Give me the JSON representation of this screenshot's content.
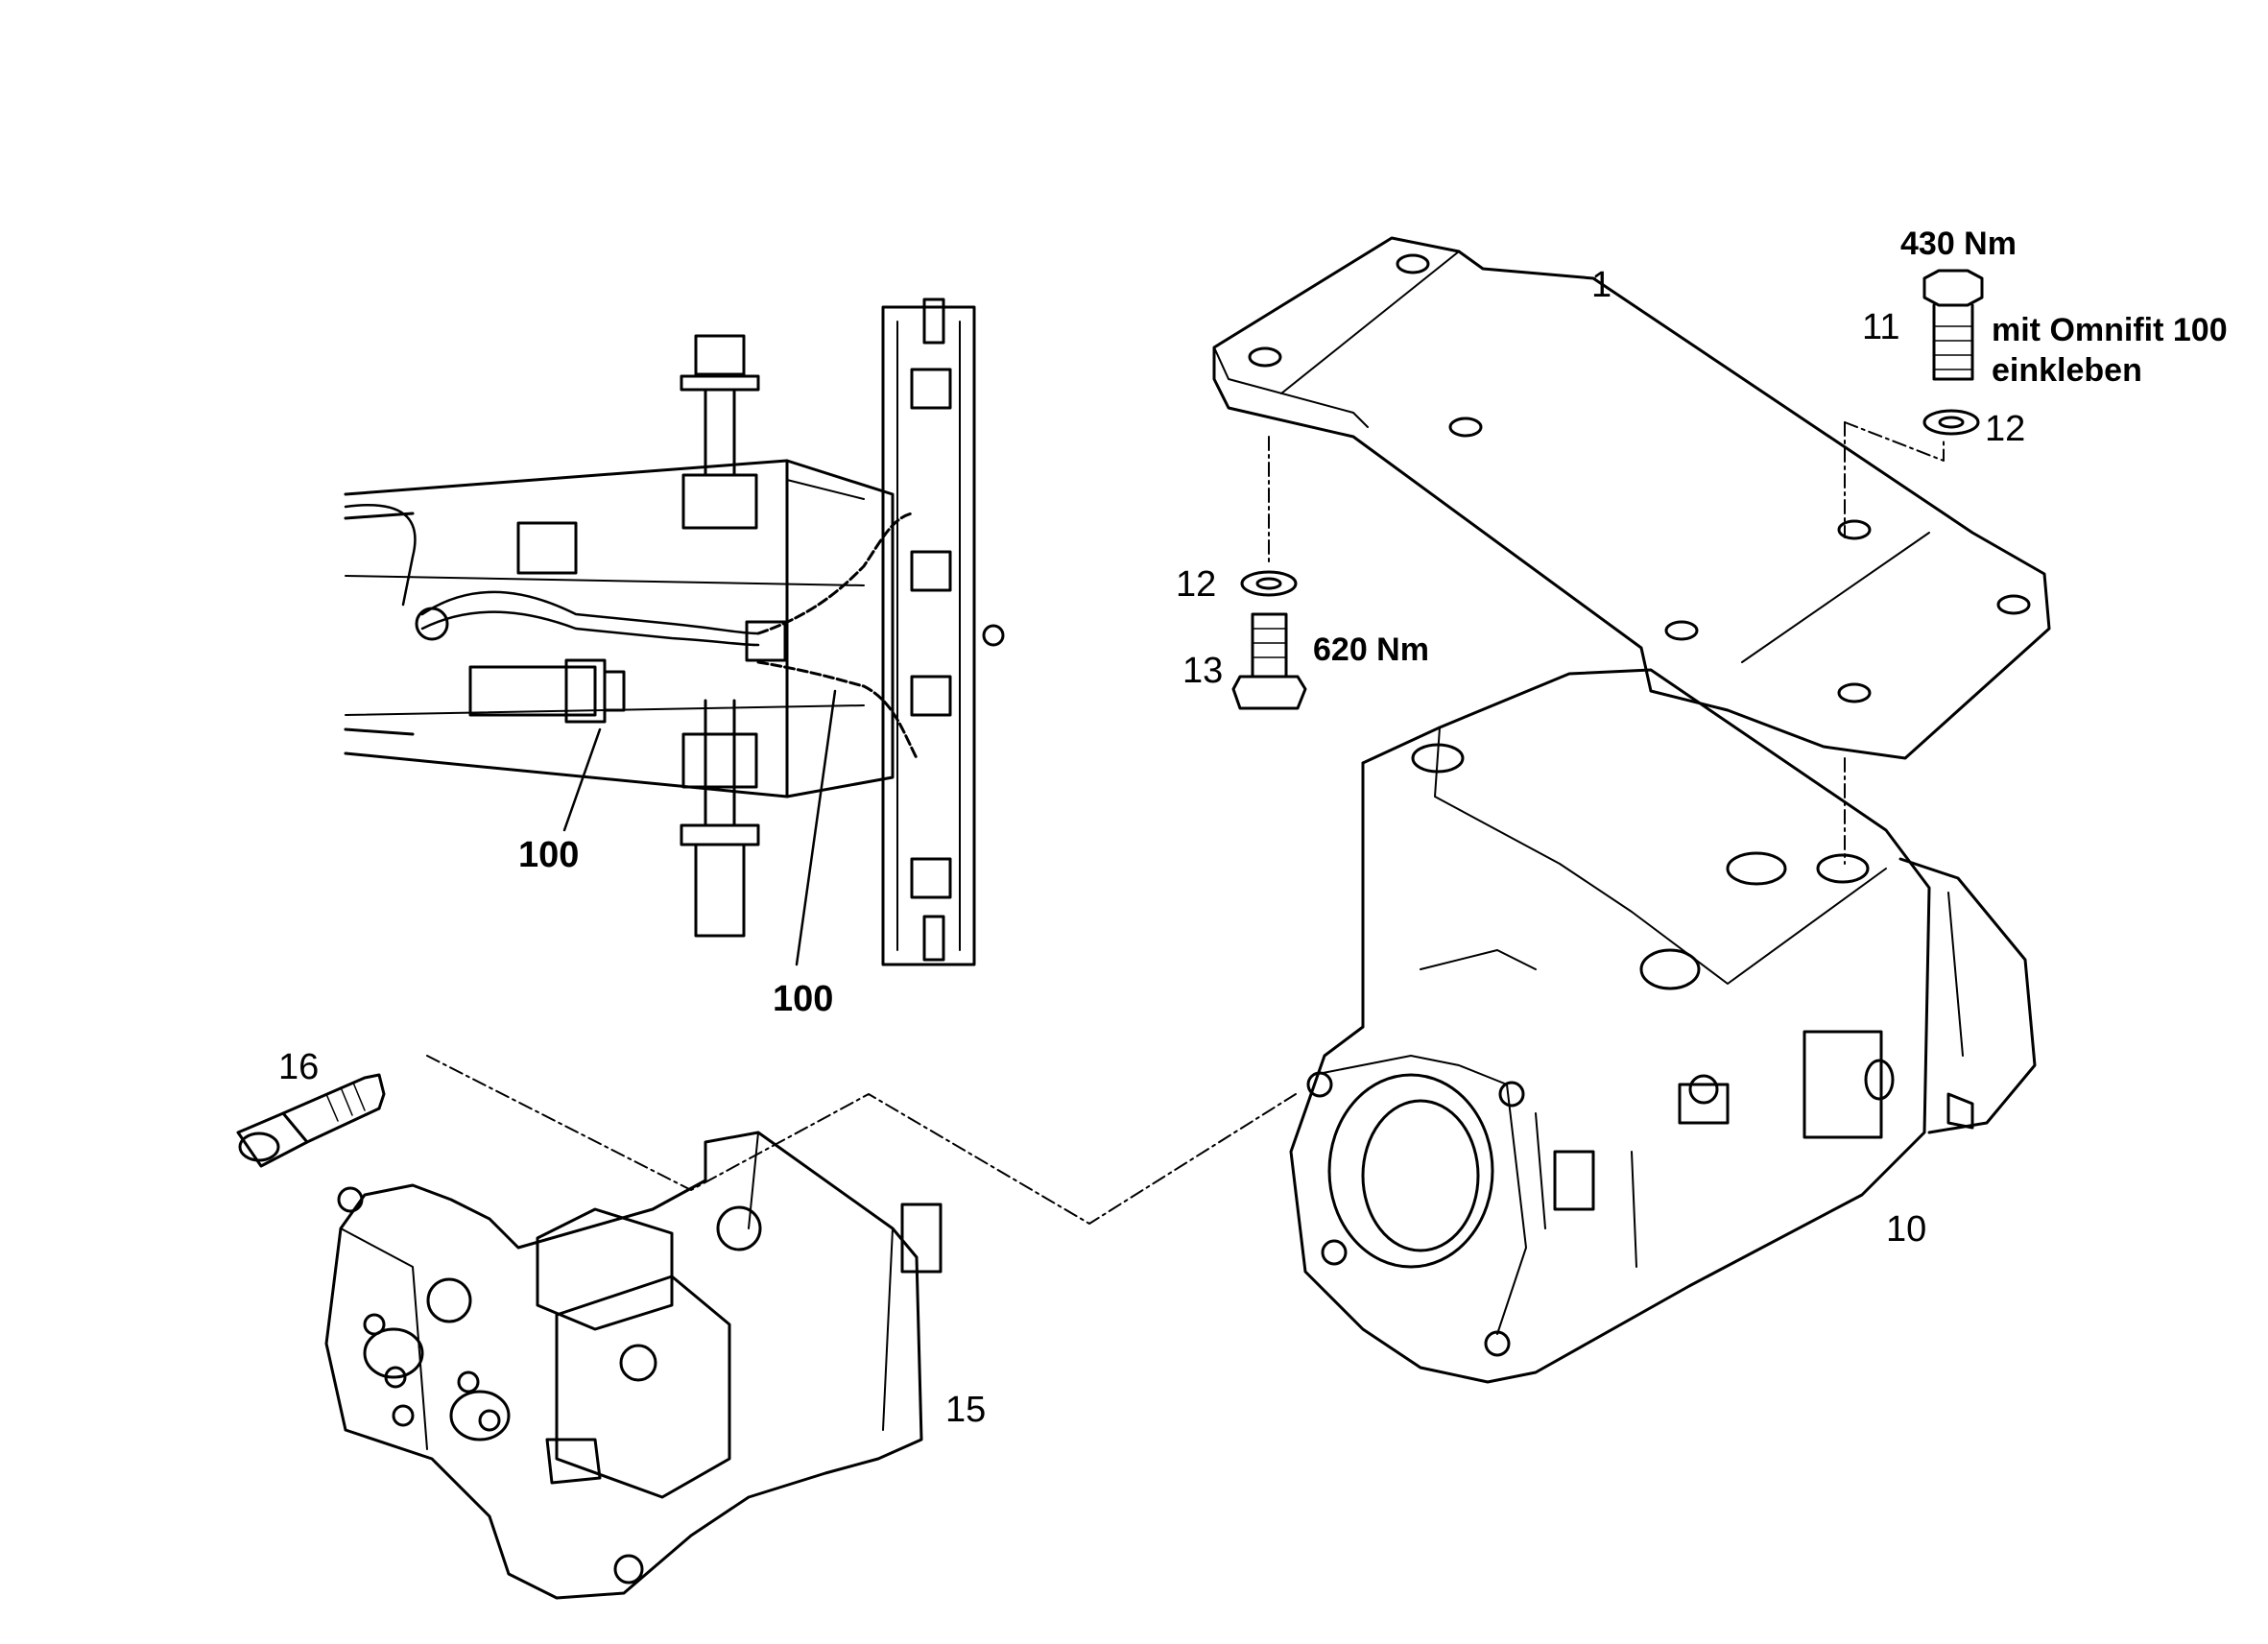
{
  "callouts": {
    "c1": "1",
    "c10": "10",
    "c11": "11",
    "c12a": "12",
    "c12b": "12",
    "c13": "13",
    "c15": "15",
    "c16": "16",
    "c100a": "100",
    "c100b": "100"
  },
  "notes": {
    "torque_430": "430 Nm",
    "torque_620": "620 Nm",
    "adhesive_line1": "mit Omnifit 100",
    "adhesive_line2": "einkleben"
  },
  "colors": {
    "line": "#000000",
    "background": "#ffffff"
  }
}
